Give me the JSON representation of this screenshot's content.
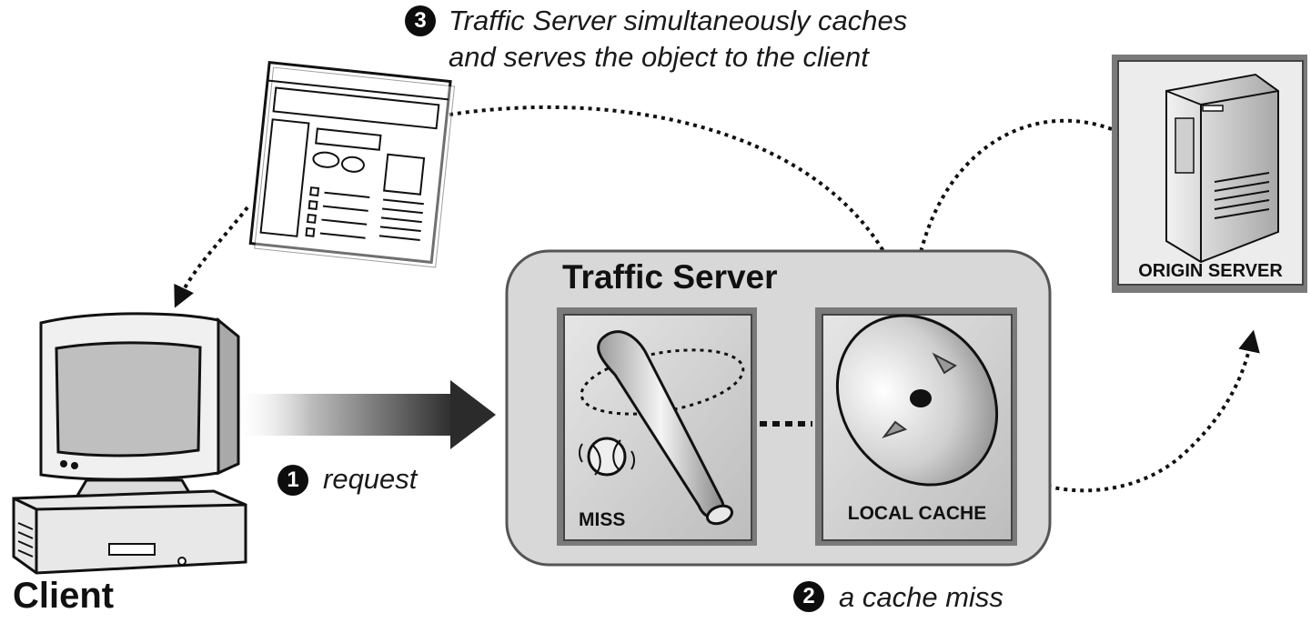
{
  "steps": {
    "request": {
      "number": "1",
      "text": "request"
    },
    "cache_miss": {
      "number": "2",
      "text": "a cache miss"
    },
    "serve": {
      "number": "3",
      "line1": "Traffic Server simultaneously caches",
      "line2": "and serves the object to the client"
    }
  },
  "nodes": {
    "client": {
      "label": "Client"
    },
    "traffic_server": {
      "label": "Traffic Server"
    },
    "miss_panel": {
      "label": "MISS"
    },
    "local_cache_panel": {
      "label": "LOCAL CACHE"
    },
    "origin_server": {
      "label": "ORIGIN SERVER"
    }
  },
  "colors": {
    "container_fill": "#d8d8d8",
    "panel_fill": "#cfcfcf",
    "ink": "#111111"
  }
}
